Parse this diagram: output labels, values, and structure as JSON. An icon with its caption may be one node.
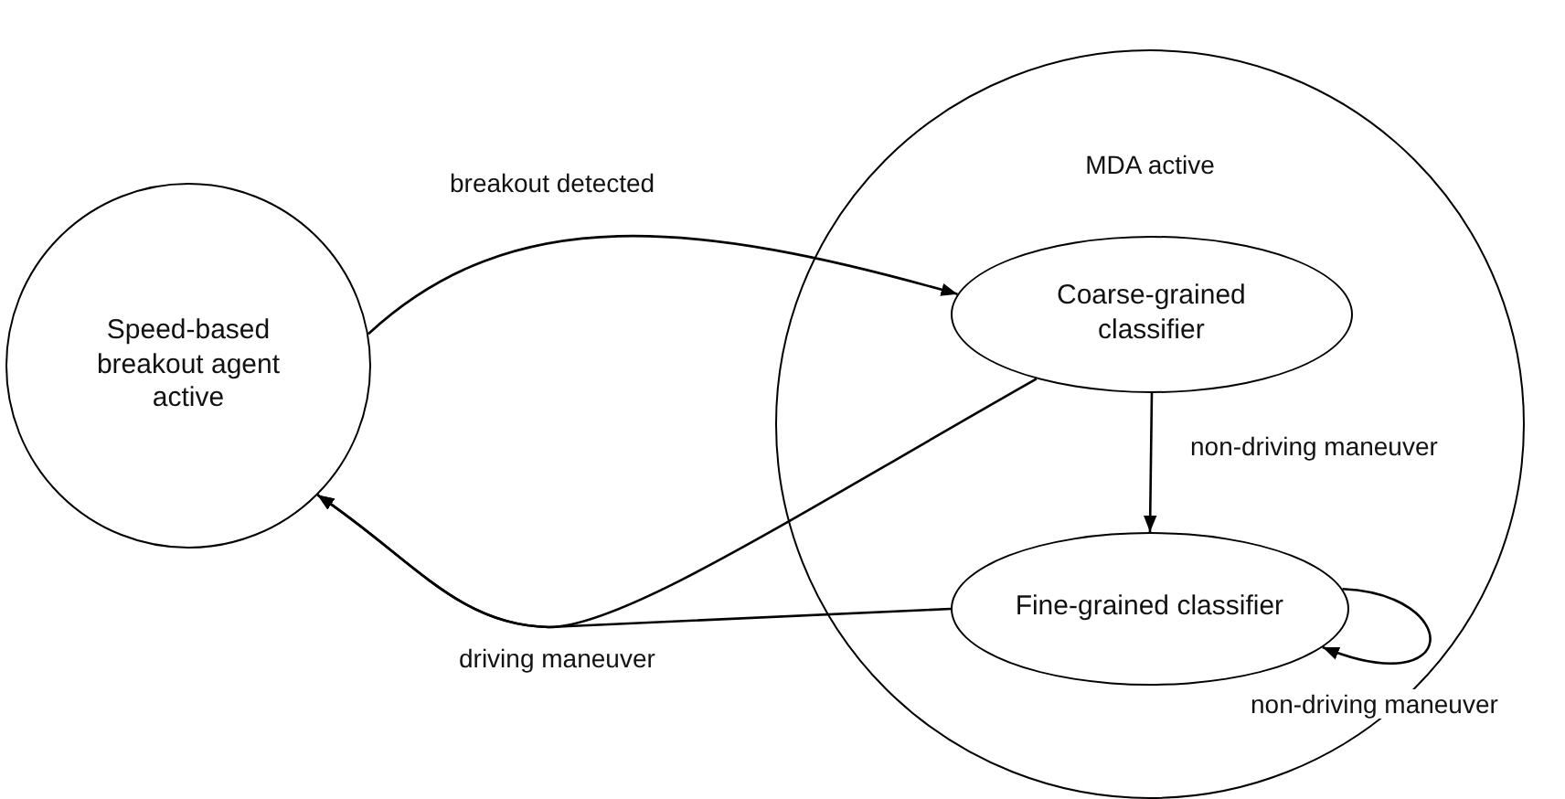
{
  "diagram": {
    "nodes": [
      {
        "text": [
          "Speed-based breakout agent active"
        ]
      },
      {
        "text": [
          "MDA active"
        ]
      },
      {
        "text": [
          "Coarse-grained classifier"
        ],
        "in": 1
      },
      {
        "text": [
          "Fine-grained classifier"
        ],
        "in": 1
      }
    ],
    "edges": [
      {
        "from": 0,
        "to": 2,
        "arrow": "to",
        "label": "breakout detected"
      },
      {
        "from": 2,
        "to": 3,
        "arrow": "to",
        "label": "non-driving maneuver"
      },
      {
        "from": 3,
        "to": 3,
        "arrow": "to",
        "label": "non-driving maneuver"
      },
      {
        "from": 2,
        "to": 0,
        "arrow": "to"
      },
      {
        "from": 3,
        "to": 0,
        "arrow": "to",
        "label": "driving maneuver"
      }
    ]
  }
}
